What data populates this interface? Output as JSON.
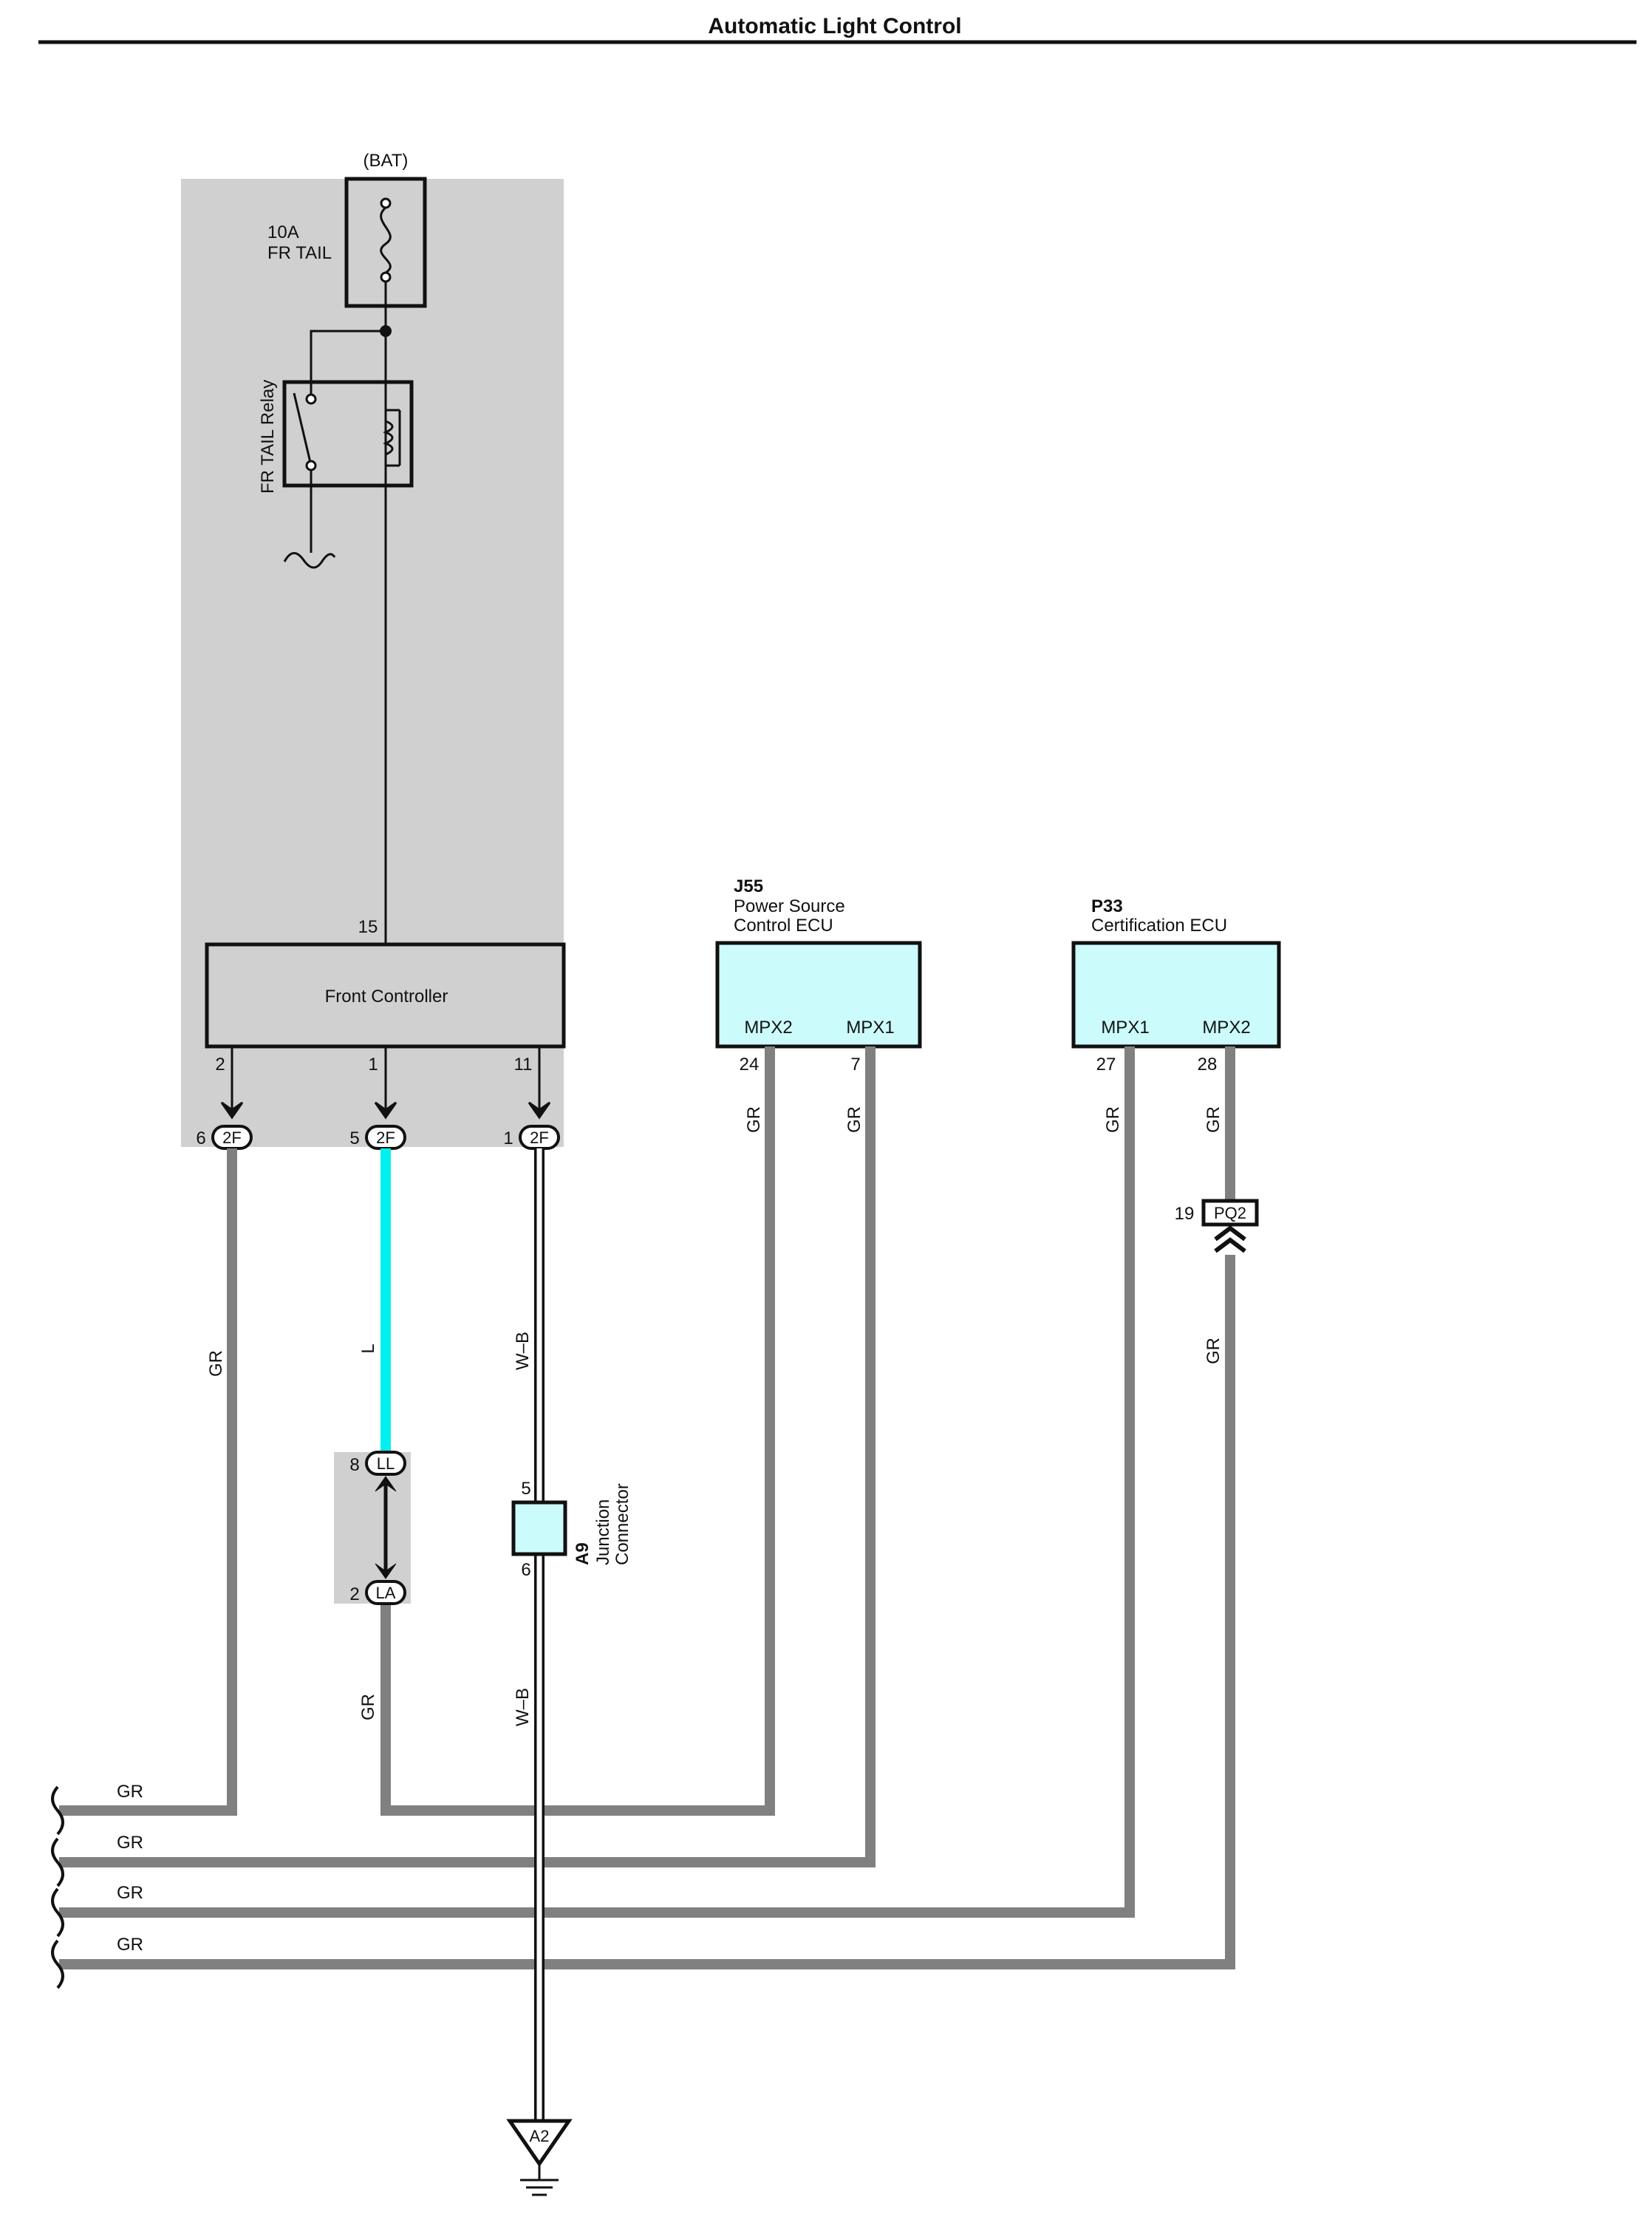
{
  "title": "Automatic Light Control",
  "colors": {
    "shade": "#d0d0d0",
    "ecu_fill": "#ccfbfb",
    "wire_gr": "#808080",
    "wire_l": "#00f0f0",
    "ink": "#111111"
  },
  "fuse": {
    "source": "(BAT)",
    "rating": "10A",
    "name": "FR TAIL"
  },
  "relay": {
    "name": "FR TAIL Relay"
  },
  "front_controller": {
    "name": "Front Controller",
    "pin_top": "15",
    "pins_bottom": [
      "2",
      "1",
      "11"
    ],
    "connector_pins": [
      "6",
      "5",
      "1"
    ],
    "connector": "2F"
  },
  "j55": {
    "code": "J55",
    "line1": "Power Source",
    "line2": "Control ECU",
    "term1": "MPX2",
    "term2": "MPX1",
    "pin1": "24",
    "pin2": "7"
  },
  "p33": {
    "code": "P33",
    "line1": "Certification ECU",
    "term1": "MPX1",
    "term2": "MPX2",
    "pin1": "27",
    "pin2": "28"
  },
  "pq2": {
    "pin": "19",
    "name": "PQ2"
  },
  "ll_la": {
    "pin_ll": "8",
    "name_ll": "LL",
    "pin_la": "2",
    "name_la": "LA"
  },
  "a9": {
    "code": "A9",
    "line1": "Junction",
    "line2": "Connector",
    "pin_in": "5",
    "pin_out": "6"
  },
  "ground": {
    "name": "A2"
  },
  "wires": {
    "gr": "GR",
    "l": "L",
    "wb": "W–B"
  },
  "bus": [
    "GR",
    "GR",
    "GR",
    "GR"
  ]
}
